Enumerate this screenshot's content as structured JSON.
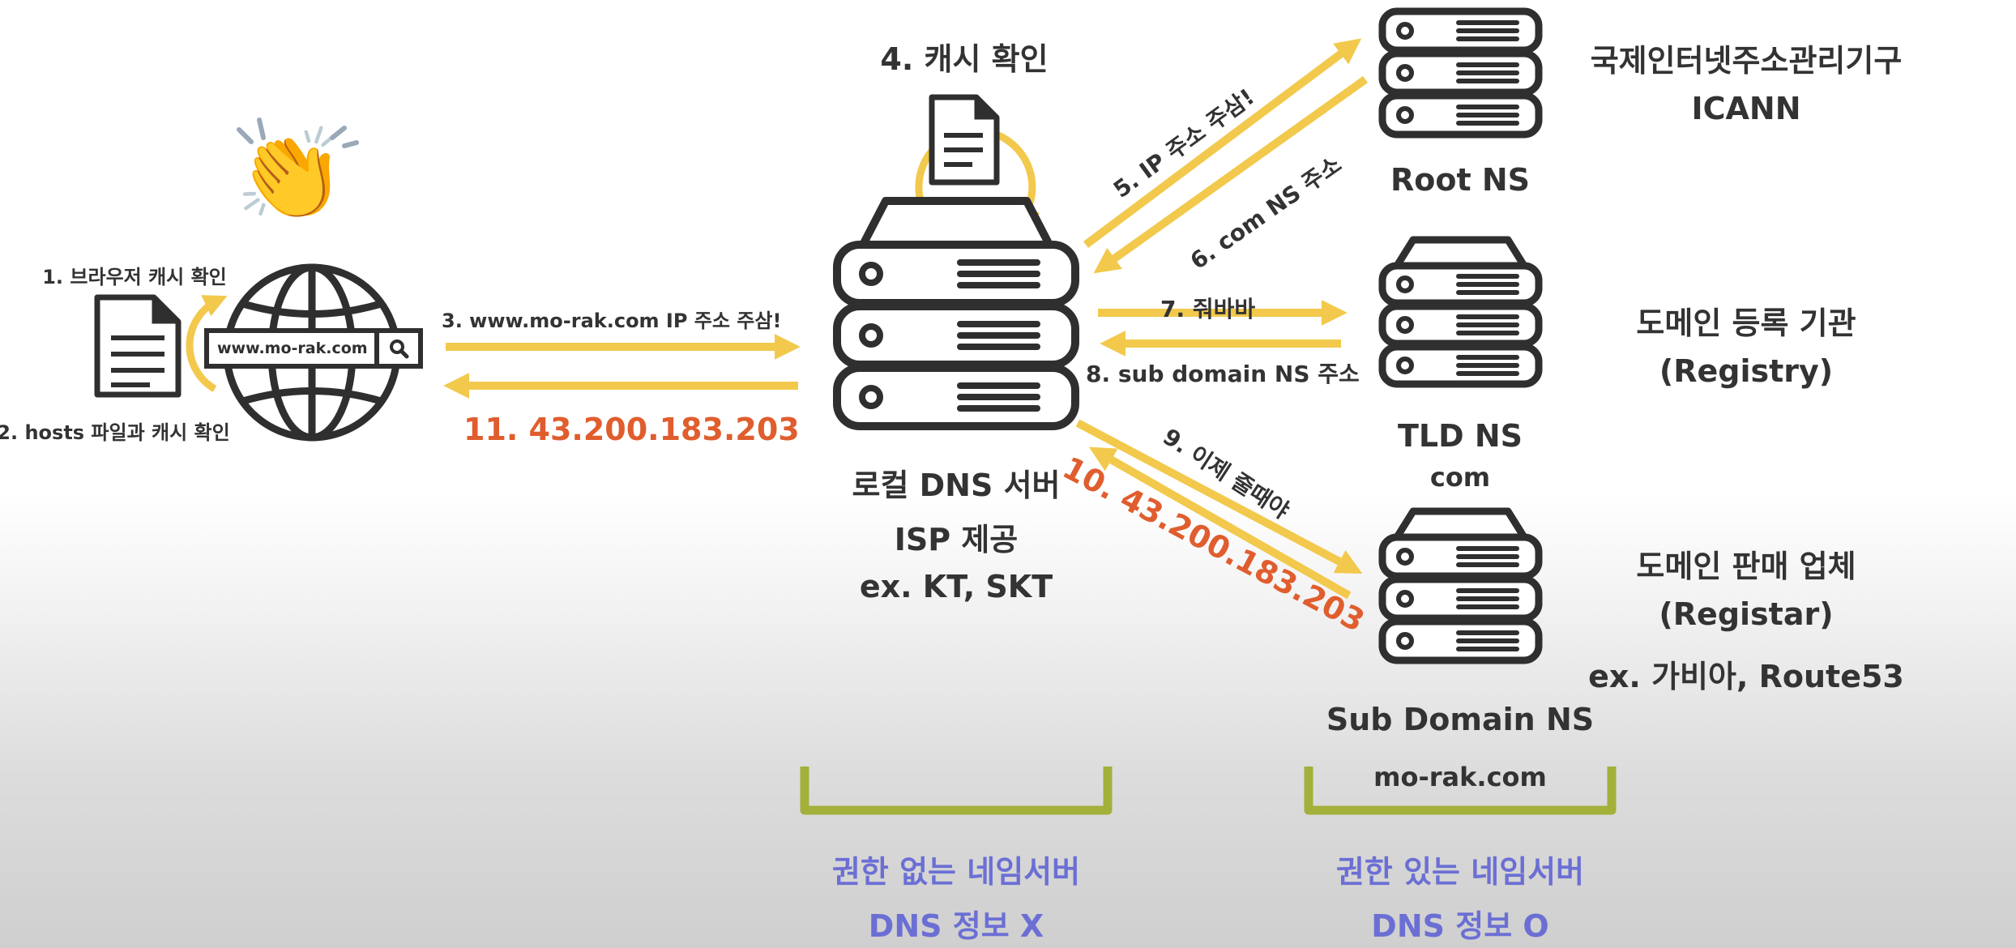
{
  "browser": {
    "url_text": "www.mo-rak.com",
    "clap_emoji": "👏",
    "step1": "1. 브라우저 캐시 확인",
    "step2": "2. hosts 파일과 캐시 확인",
    "icons": [
      "document-icon",
      "globe-icon",
      "search-icon",
      "clapping-hands-icon"
    ]
  },
  "flow": {
    "step3": "3. www.mo-rak.com IP 주소 주삼!",
    "step11": "11. 43.200.183.203",
    "step4": "4. 캐시 확인",
    "step5": "5. IP 주소 주삼!",
    "step6": "6. com NS 주소",
    "step7": "7. 줘바바",
    "step8": "8. sub domain NS 주소",
    "step9": "9. 이제 줄때야",
    "step10": "10. 43.200.183.203"
  },
  "local_dns": {
    "name": "로컬 DNS 서버",
    "provider": "ISP 제공",
    "example": "ex. KT, SKT"
  },
  "servers": {
    "root": {
      "name": "Root NS",
      "org_line1": "국제인터넷주소관리기구",
      "org_line2": "ICANN"
    },
    "tld": {
      "name": "TLD NS",
      "sub": "com",
      "org_line1": "도메인 등록 기관",
      "org_line2": "(Registry)"
    },
    "subdomain": {
      "name": "Sub Domain NS",
      "sub": "mo-rak.com",
      "org_line1": "도메인 판매 업체",
      "org_line2": "(Registar)",
      "org_line3": "ex. 가비아, Route53"
    }
  },
  "groups": {
    "non_authoritative": {
      "line1": "권한 없는 네임서버",
      "line2": "DNS 정보 X"
    },
    "authoritative": {
      "line1": "권한 있는 네임서버",
      "line2": "DNS 정보 O"
    }
  },
  "colors": {
    "arrow": "#f2c94c",
    "highlight": "#e05d2e",
    "label_blue": "#6b6fd4",
    "bracket": "#a3b13a",
    "ink": "#2f2f2f"
  }
}
